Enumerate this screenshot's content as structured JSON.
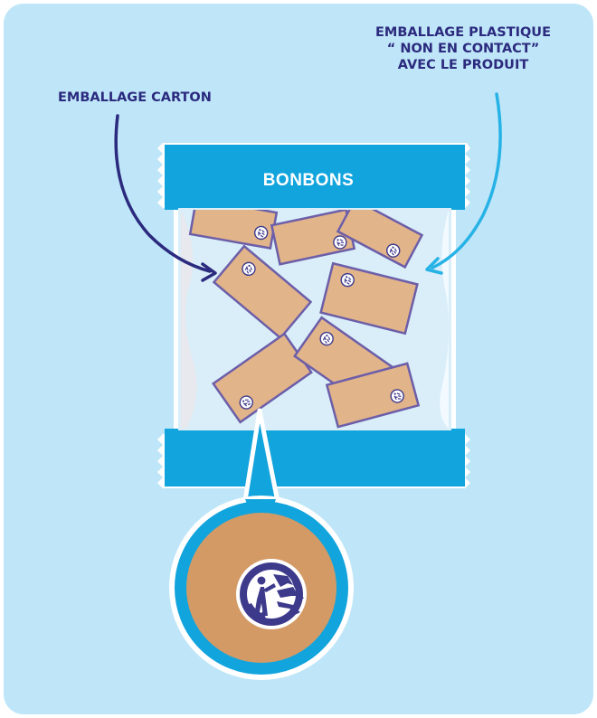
{
  "labels": {
    "carton": "EMBALLAGE CARTON",
    "plastic": [
      "EMBALLAGE PLASTIQUE",
      "“ NON EN CONTACT”",
      "AVEC LE PRODUIT"
    ]
  },
  "bag": {
    "title": "BONBONS"
  },
  "icons": {
    "main": "triman-recycling-icon",
    "small": "triman-recycling-icon"
  },
  "colors": {
    "background": "#bfe6f8",
    "bag_blue": "#12a4dd",
    "bag_window": "#d9eef9",
    "carton": "#e2b48a",
    "carton_outline": "#6c5ea8",
    "circle_brown": "#d49a66",
    "label_text": "#2b2a7e",
    "dark_arrow": "#2b2a7e",
    "light_arrow": "#27b2e6"
  }
}
